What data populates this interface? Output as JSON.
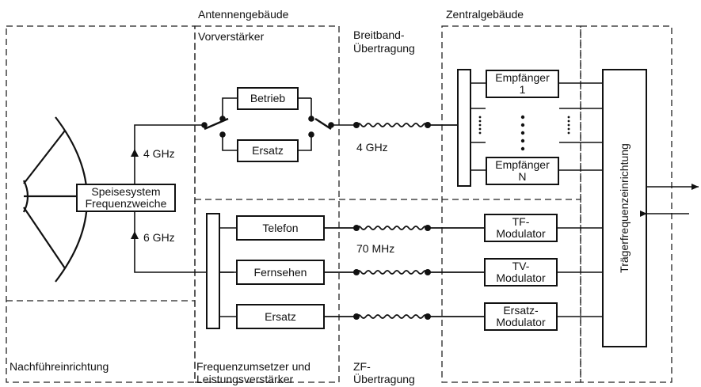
{
  "labels": {
    "antennengebaeude": "Antennengebäude",
    "zentralgebaeude": "Zentralgebäude",
    "vorverstaerker": "Vorverstärker",
    "breitband_line1": "Breitband-",
    "breitband_line2": "Übertragung",
    "freq_4ghz_left": "4 GHz",
    "freq_4ghz_mid": "4 GHz",
    "freq_6ghz": "6 GHz",
    "freq_70mhz": "70 MHz",
    "nachfuehr": "Nachführeinrichtung",
    "frequenzumsetzer_line1": "Frequenzumsetzer und",
    "frequenzumsetzer_line2": "Leistungsverstärker",
    "zf_line1": "ZF-",
    "zf_line2": "Übertragung",
    "traeger": "Trägerfrequenzeinrichtung"
  },
  "boxes": {
    "speisesystem_line1": "Speisesystem",
    "speisesystem_line2": "Frequenzweiche",
    "betrieb": "Betrieb",
    "ersatz_top": "Ersatz",
    "telefon": "Telefon",
    "fernsehen": "Fernsehen",
    "ersatz_bottom": "Ersatz",
    "empfaenger1_line1": "Empfänger",
    "empfaenger1_line2": "1",
    "empfaengerN_line1": "Empfänger",
    "empfaengerN_line2": "N",
    "tf_line1": "TF-",
    "tf_line2": "Modulator",
    "tv_line1": "TV-",
    "tv_line2": "Modulator",
    "ersatzmod_line1": "Ersatz-",
    "ersatzmod_line2": "Modulator"
  }
}
